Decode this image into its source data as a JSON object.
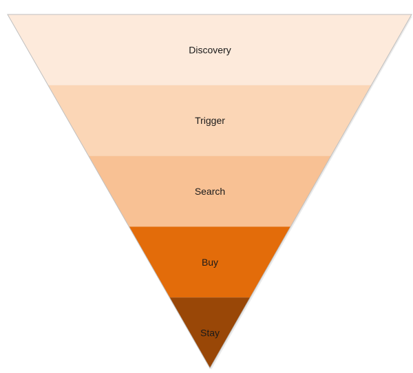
{
  "funnel": {
    "stages": [
      {
        "label": "Discovery",
        "color": "#FDEADB"
      },
      {
        "label": "Trigger",
        "color": "#FBD6B6"
      },
      {
        "label": "Search",
        "color": "#F8C194"
      },
      {
        "label": "Buy",
        "color": "#E36C0A"
      },
      {
        "label": "Stay",
        "color": "#994707"
      }
    ],
    "outline_color": "#BFBFBF"
  }
}
